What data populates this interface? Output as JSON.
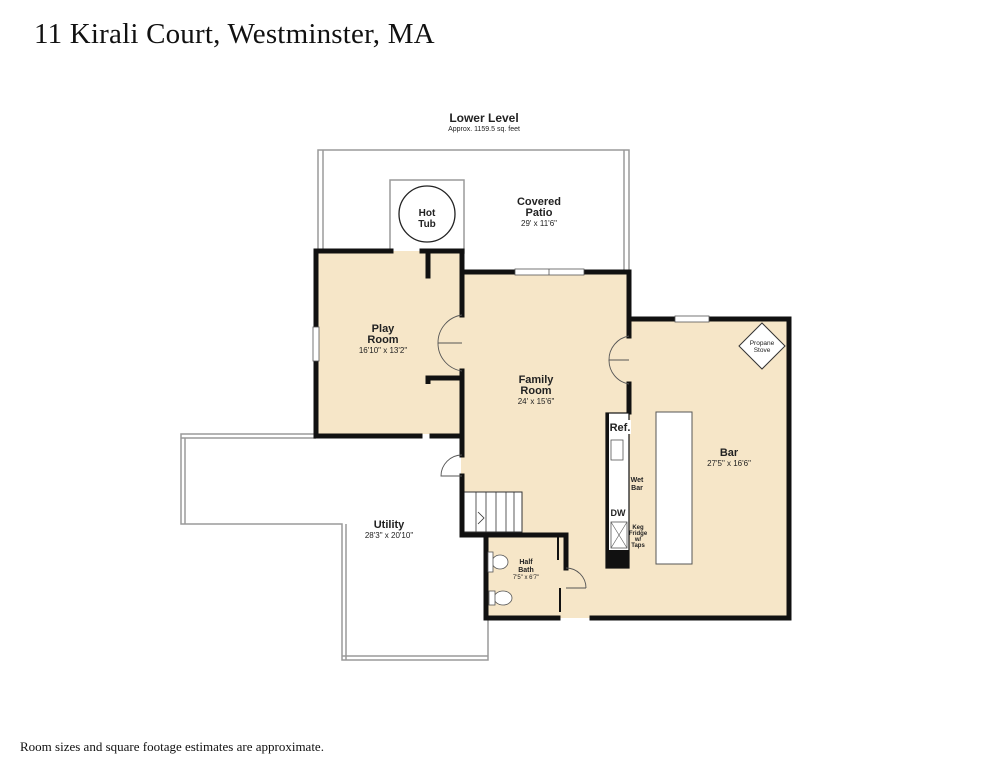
{
  "page": {
    "title": "11 Kirali Court, Westminster, MA",
    "footer": "Room sizes and square footage estimates are approximate."
  },
  "level": {
    "name": "Lower Level",
    "area": "Approx. 1159.5 sq. feet"
  },
  "rooms": {
    "covered_patio": {
      "name1": "Covered",
      "name2": "Patio",
      "size": "29' x 11'6\""
    },
    "hot_tub": {
      "name1": "Hot",
      "name2": "Tub"
    },
    "play_room": {
      "name1": "Play",
      "name2": "Room",
      "size": "16'10\" x 13'2\""
    },
    "family_room": {
      "name1": "Family",
      "name2": "Room",
      "size": "24' x 15'6\""
    },
    "bar": {
      "name": "Bar",
      "size": "27'5\" x 16'6\""
    },
    "utility": {
      "name": "Utility",
      "size": "28'3\" x 20'10\""
    },
    "half_bath": {
      "name1": "Half",
      "name2": "Bath",
      "size": "7'5\" x 6'7\""
    }
  },
  "fixtures": {
    "propane_stove": {
      "line1": "Propane",
      "line2": "Stove"
    },
    "refrigerator": "Ref.",
    "wet_bar": {
      "line1": "Wet",
      "line2": "Bar"
    },
    "dishwasher": "DW",
    "keg_fridge": {
      "line1": "Keg",
      "line2": "Fridge",
      "line3": "w/",
      "line4": "Taps"
    }
  },
  "colors": {
    "floor": "#f6e6c8",
    "wall": "#111111",
    "outline": "#9a9a9a"
  }
}
